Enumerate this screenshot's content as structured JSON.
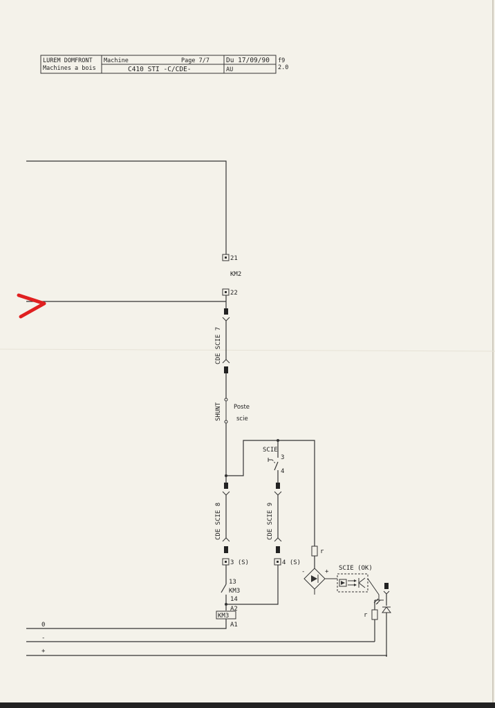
{
  "title_block": {
    "company": "LUREM DOMFRONT",
    "subtitle": "Machines a bois",
    "machine_label": "Machine",
    "page": "Page 7/7",
    "model": "C410 STI -C/CDE-",
    "date": "Du 17/09/90",
    "au": "AU",
    "folio": "f9",
    "version": "2.0"
  },
  "terminals": {
    "t21": "21",
    "t22": "22",
    "t3s": "3 (S)",
    "t4s": "4 (S)"
  },
  "labels": {
    "km2": "KM2",
    "cde_scie_7": "CDE SCIE 7",
    "shunt": "SHUNT",
    "poste": "Poste",
    "scie": "scie",
    "scie_switch": "SCIE",
    "sw_3": "3",
    "sw_4": "4",
    "cde_scie_8": "CDE SCIE 8",
    "cde_scie_9": "CDE SCIE 9",
    "km3_13": "13",
    "km3_name": "KM3",
    "km3_14": "14",
    "a2": "A2",
    "coil": "KM3",
    "a1": "A1",
    "scie_ok": "SCIE (OK)",
    "r1": "r",
    "r2": "r",
    "minus_sign": "-",
    "plus_sign": "+"
  },
  "rails": [
    "0",
    "-",
    "+"
  ],
  "colors": {
    "paper": "#f4f2ea",
    "ink": "#333333",
    "annotation_red": "#e02020"
  }
}
